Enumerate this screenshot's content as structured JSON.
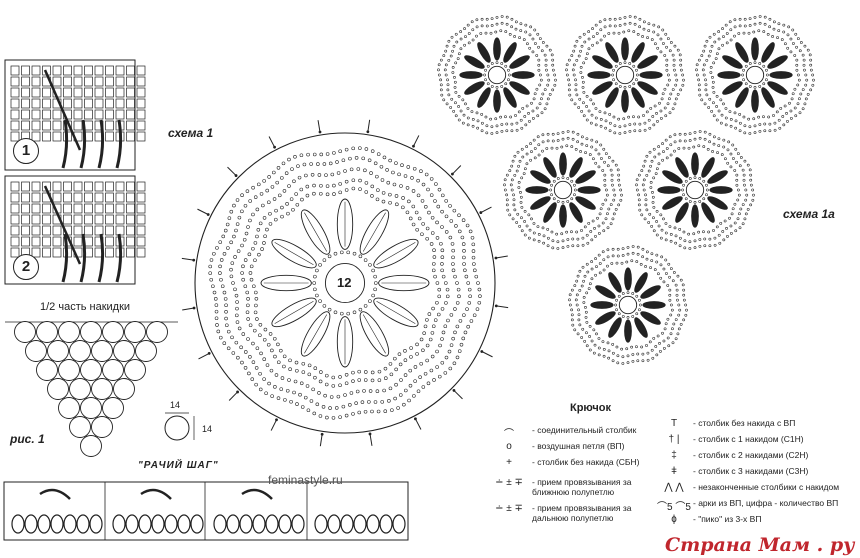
{
  "labels": {
    "schema1": "схема 1",
    "schema1a": "схема 1а",
    "center_number": "12",
    "step1": "1",
    "step2": "2",
    "half_cape": "1/2 часть накидки",
    "fig1": "рис. 1",
    "dim_w": "14",
    "dim_h": "14",
    "crab_step": "\"РАЧИЙ ШАГ\"",
    "site": "feminastyle.ru",
    "watermark": "Страна Мам . ру"
  },
  "legend": {
    "title": "Крючок",
    "left": [
      {
        "symbol": "⌒",
        "text": "соединительный столбик"
      },
      {
        "symbol": "o",
        "text": "воздушная петля (ВП)"
      },
      {
        "symbol": "+",
        "text": "столбик без накида (СБН)"
      },
      {
        "symbol": "∸ ± ∓",
        "text": "прием провязывания за ближнюю полупетлю"
      },
      {
        "symbol": "∸ ± ∓",
        "text": "прием провязывания за дальнюю полупетлю"
      }
    ],
    "right": [
      {
        "symbol": "T",
        "text": "столбик без накида с ВП"
      },
      {
        "symbol": "† |",
        "text": "столбик с 1 накидом (С1Н)"
      },
      {
        "symbol": "‡",
        "text": "столбик с 2 накидами (С2Н)"
      },
      {
        "symbol": "ǂ",
        "text": "столбик с 3 накидами (С3Н)"
      },
      {
        "symbol": "⋀ ⋀",
        "text": "незаконченные столбики с накидом"
      },
      {
        "symbol": "⌒5 ⌒5",
        "text": "арки из ВП, цифра - количество ВП"
      },
      {
        "symbol": "ɸ",
        "text": "\"пико\" из 3-х ВП"
      }
    ]
  },
  "colors": {
    "ink": "#222222",
    "watermark": "#c0262d"
  }
}
